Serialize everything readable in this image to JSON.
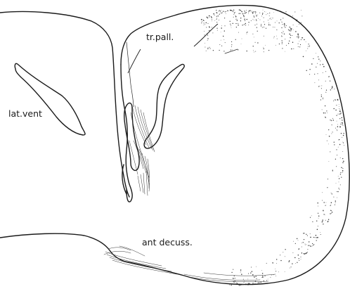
{
  "labels": {
    "lat_vent": "lat.vent",
    "tr_pall": "tr.pall.",
    "ant_decuss": "ant decuss."
  }
}
